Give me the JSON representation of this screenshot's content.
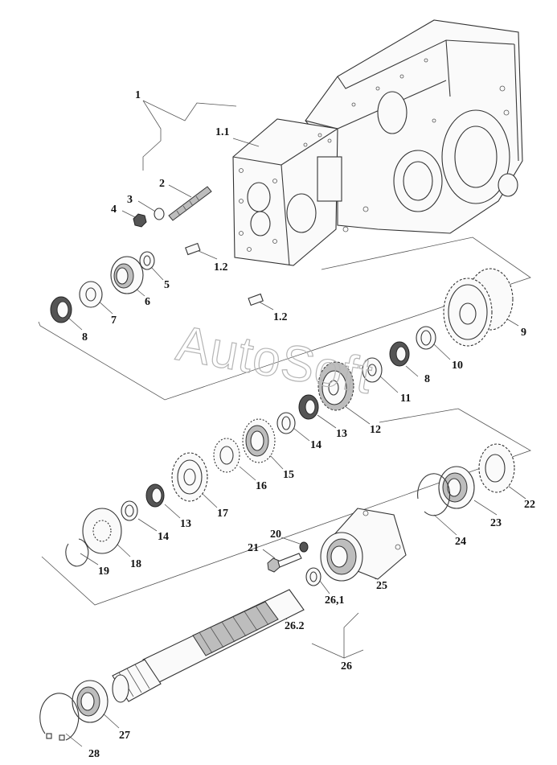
{
  "watermark": "AutoSoft",
  "labels": {
    "p1": "1",
    "p1_1": "1.1",
    "p1_2a": "1.2",
    "p1_2b": "1.2",
    "p2": "2",
    "p3": "3",
    "p4": "4",
    "p5": "5",
    "p6": "6",
    "p7": "7",
    "p8a": "8",
    "p8b": "8",
    "p9": "9",
    "p10": "10",
    "p11": "11",
    "p12": "12",
    "p13a": "13",
    "p13b": "13",
    "p14a": "14",
    "p14b": "14",
    "p15": "15",
    "p16": "16",
    "p17": "17",
    "p18": "18",
    "p19": "19",
    "p20": "20",
    "p21": "21",
    "p22": "22",
    "p23": "23",
    "p24": "24",
    "p25": "25",
    "p26": "26",
    "p26_1": "26,1",
    "p26_2": "26.2",
    "p27": "27",
    "p28": "28"
  }
}
